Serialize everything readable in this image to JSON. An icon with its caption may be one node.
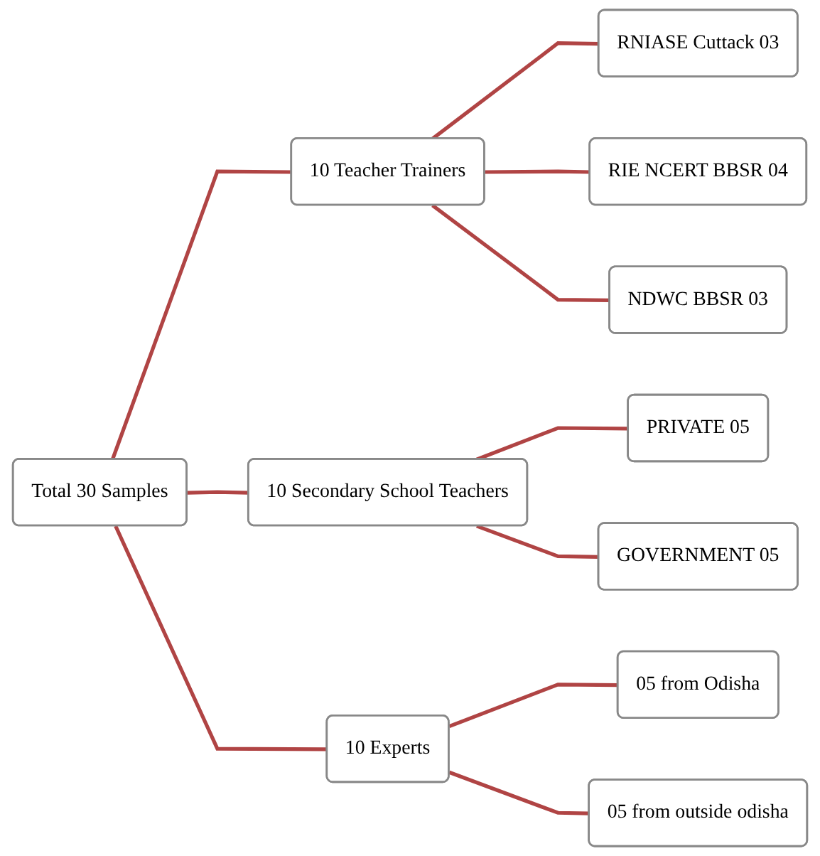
{
  "diagram": {
    "nodes": [
      {
        "text": [
          "Total 30 Samples"
        ]
      },
      {
        "text": [
          "10 Teacher Trainers"
        ]
      },
      {
        "text": [
          "RNIASE Cuttack 03"
        ]
      },
      {
        "text": [
          "RIE NCERT BBSR 04"
        ]
      },
      {
        "text": [
          "NDWC BBSR 03"
        ]
      },
      {
        "text": [
          "10 Secondary School Teachers"
        ]
      },
      {
        "text": [
          "PRIVATE 05"
        ]
      },
      {
        "text": [
          "GOVERNMENT 05"
        ]
      },
      {
        "text": [
          "10 Experts"
        ]
      },
      {
        "text": [
          "05 from Odisha"
        ]
      },
      {
        "text": [
          "05 from outside odisha"
        ]
      }
    ],
    "edges": [
      {
        "from": 0,
        "to": 1,
        "arrow": "none"
      },
      {
        "from": 0,
        "to": 5,
        "arrow": "none"
      },
      {
        "from": 0,
        "to": 8,
        "arrow": "none"
      },
      {
        "from": 1,
        "to": 2,
        "arrow": "none"
      },
      {
        "from": 1,
        "to": 3,
        "arrow": "none"
      },
      {
        "from": 1,
        "to": 4,
        "arrow": "none"
      },
      {
        "from": 5,
        "to": 6,
        "arrow": "none"
      },
      {
        "from": 5,
        "to": 7,
        "arrow": "none"
      },
      {
        "from": 8,
        "to": 9,
        "arrow": "none"
      },
      {
        "from": 8,
        "to": 10,
        "arrow": "none"
      }
    ]
  }
}
